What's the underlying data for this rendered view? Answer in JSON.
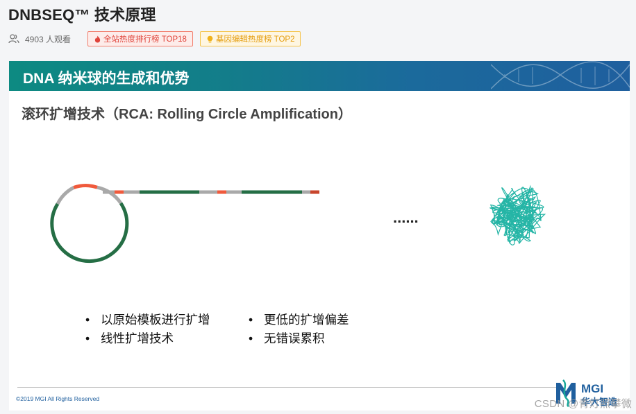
{
  "header": {
    "title": "DNBSEQ™ 技术原理",
    "views": "4903 人观看",
    "badges": [
      {
        "label": "全站热度排行榜 TOP18",
        "icon": "flame-icon",
        "color": "#e0433a"
      },
      {
        "label": "基因编辑热度榜 TOP2",
        "icon": "lightbulb-icon",
        "color": "#e59d0d"
      }
    ]
  },
  "slide": {
    "title": "DNA 纳米球的生成和优势",
    "subtitle": "滚环扩增技术（RCA: Rolling Circle Amplification）",
    "ellipsis": "......",
    "bullets_left": [
      "以原始模板进行扩增",
      "线性扩增技术"
    ],
    "bullets_right": [
      "更低的扩增偏差",
      "无错误累积"
    ],
    "bullet_symbol": "•",
    "copyright": "©2019 MGI All Rights Reserved",
    "logo": {
      "name": "MGI",
      "subtitle": "华大智造"
    }
  },
  "watermark": "CSDN @青灯照攀微",
  "colors": {
    "teal": "#0d8a82",
    "blue": "#1f5f9e",
    "dna_green": "#256e45",
    "dna_gray": "#a9a9a9",
    "dna_orange": "#f05a3c",
    "nanoball": "#25b5a6"
  }
}
